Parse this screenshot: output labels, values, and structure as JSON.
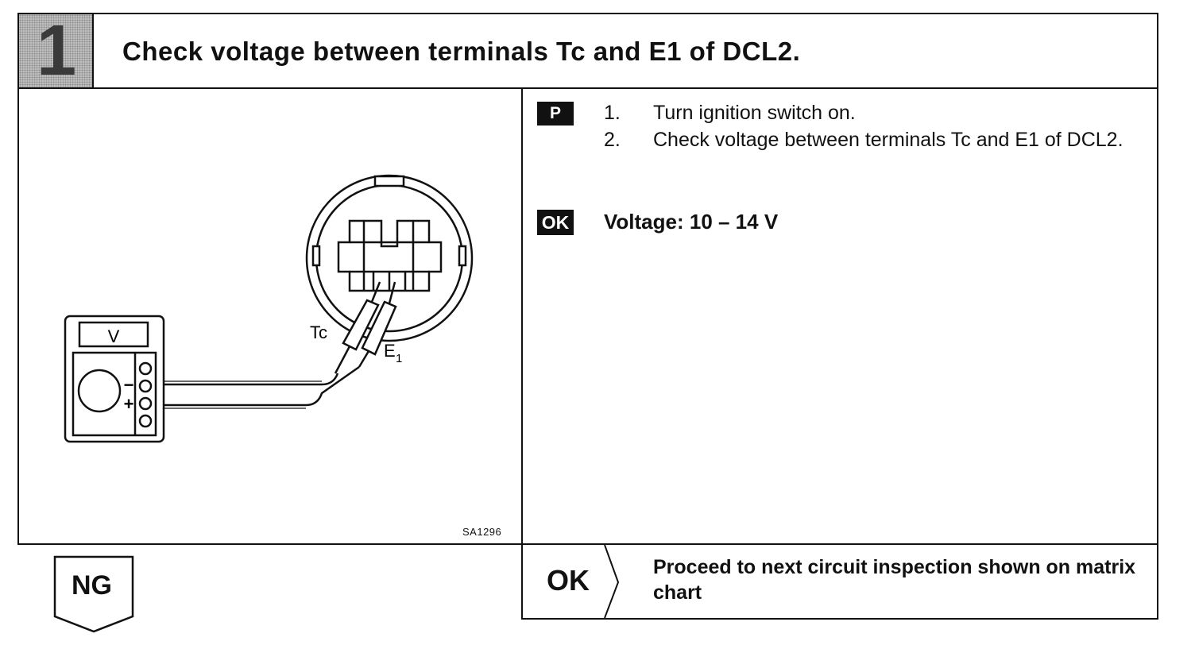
{
  "header": {
    "step_number": "1",
    "title": "Check voltage between terminals Tc and E1 of DCL2."
  },
  "diagram": {
    "meter_label": "V",
    "minus_label": "−",
    "plus_label": "+",
    "probe_tc_label": "Tc",
    "probe_e1_label": "E",
    "probe_e1_sub": "1",
    "figure_code": "SA1296"
  },
  "procedure": {
    "badge": "P",
    "steps": [
      {
        "num": "1.",
        "text": "Turn ignition switch on."
      },
      {
        "num": "2.",
        "text": "Check voltage between terminals Tc and E1 of DCL2."
      }
    ]
  },
  "spec": {
    "badge": "OK",
    "text": "Voltage:  10 – 14 V"
  },
  "result_ok": {
    "label": "OK",
    "text": "Proceed to next circuit inspection shown on matrix chart"
  },
  "result_ng": {
    "label": "NG"
  }
}
